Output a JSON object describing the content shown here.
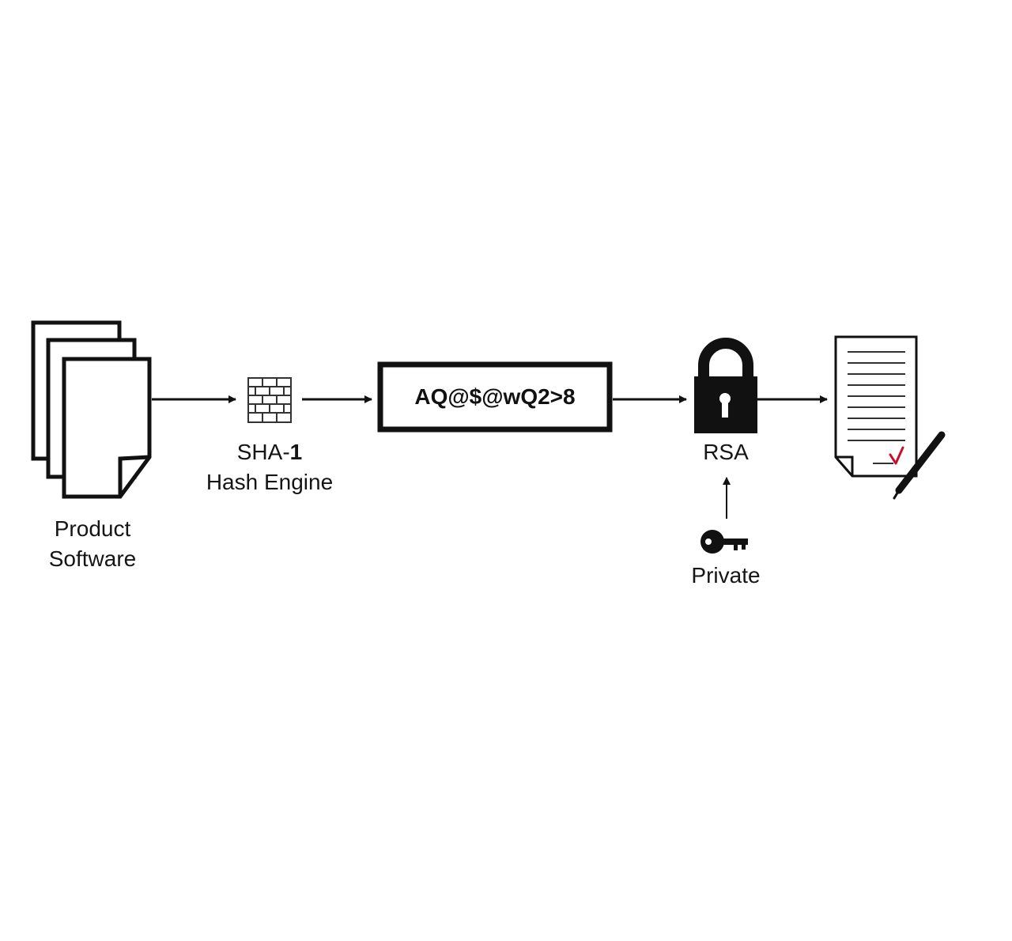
{
  "nodes": {
    "product_software": {
      "line1": "Product",
      "line2": "Software",
      "icon": "document-stack-icon"
    },
    "sha1": {
      "line1_prefix": "SHA-",
      "line1_suffix": "1",
      "line2": "Hash Engine",
      "icon": "brick-wall-icon"
    },
    "hash_value": {
      "text": "AQ@$@wQ2>8"
    },
    "rsa": {
      "label": "RSA",
      "icon": "padlock-icon"
    },
    "private_key": {
      "label": "Private",
      "icon": "key-icon"
    },
    "signed_document": {
      "icon": "signed-document-icon"
    }
  },
  "colors": {
    "line": "#111111",
    "checkmark": "#c8102e",
    "background": "#ffffff"
  }
}
